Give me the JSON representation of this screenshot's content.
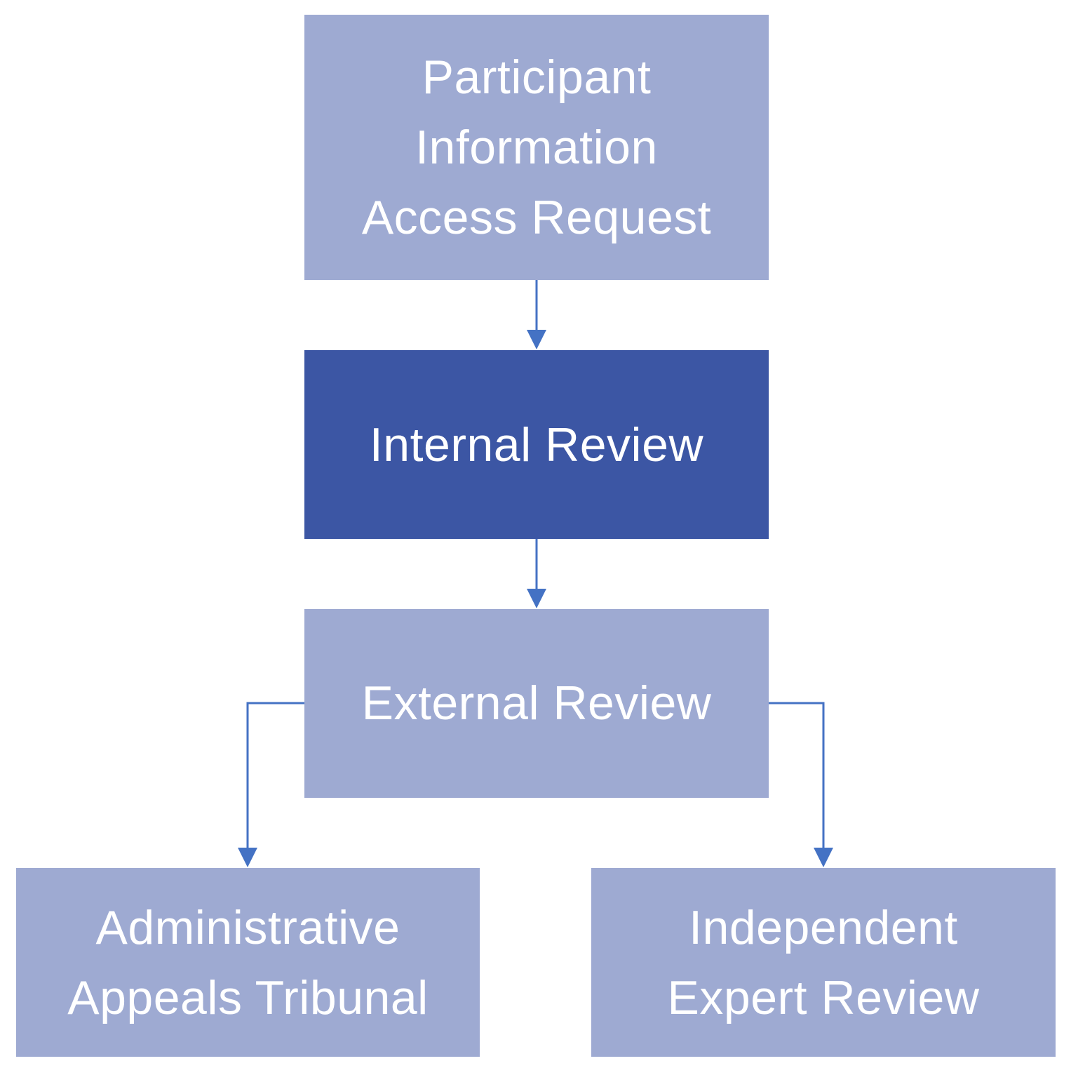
{
  "diagram": {
    "nodes": {
      "request": {
        "lines": [
          "Participant",
          "Information",
          "Access Request"
        ]
      },
      "internal": {
        "lines": [
          "Internal Review"
        ]
      },
      "external": {
        "lines": [
          "External Review"
        ]
      },
      "aat": {
        "lines": [
          "Administrative",
          "Appeals Tribunal"
        ]
      },
      "ier": {
        "lines": [
          "Independent",
          "Expert Review"
        ]
      }
    },
    "edges": [
      {
        "from": "request",
        "to": "internal"
      },
      {
        "from": "internal",
        "to": "external"
      },
      {
        "from": "external",
        "to": "aat"
      },
      {
        "from": "external",
        "to": "ier"
      }
    ],
    "colors": {
      "light_box": "#9eaad2",
      "dark_box": "#3c56a4",
      "connector": "#4472c4",
      "text": "#ffffff"
    }
  }
}
